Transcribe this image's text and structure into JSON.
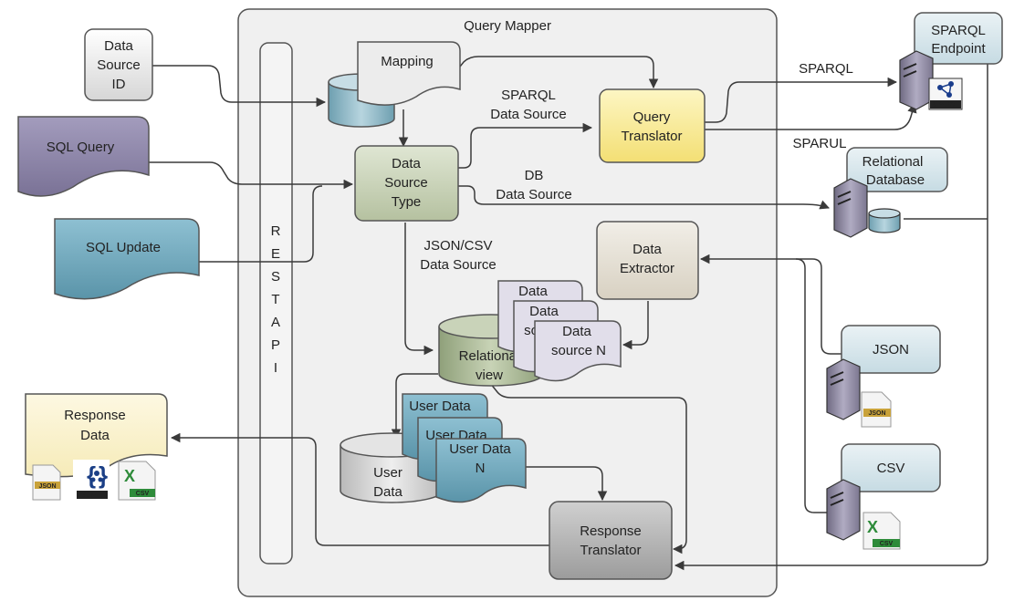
{
  "diagram": {
    "container_title": "Query Mapper",
    "rest_api_letters": [
      "R",
      "E",
      "S",
      "T",
      "A",
      "P",
      "I"
    ],
    "inputs": {
      "data_source_id": [
        "Data",
        "Source",
        "ID"
      ],
      "sql_query": "SQL Query",
      "sql_update": "SQL Update"
    },
    "mapping": "Mapping",
    "data_source_type": [
      "Data",
      "Source",
      "Type"
    ],
    "query_translator": [
      "Query",
      "Translator"
    ],
    "data_extractor": [
      "Data",
      "Extractor"
    ],
    "response_translator": [
      "Response",
      "Translator"
    ],
    "relational_view": [
      "Relational",
      "view"
    ],
    "data_source_docs": [
      "Data",
      "Data",
      "so",
      "Data",
      "source N"
    ],
    "user_data_docs": [
      "User Data",
      "User Data",
      "User Data",
      "N"
    ],
    "user_data_store": [
      "User",
      "Data"
    ],
    "response_data": [
      "Response",
      "Data"
    ],
    "edge_labels": {
      "sparql_ds": [
        "SPARQL",
        "Data Source"
      ],
      "db_ds": [
        "DB",
        "Data Source"
      ],
      "json_csv_ds": [
        "JSON/CSV",
        "Data Source"
      ],
      "sparql": "SPARQL",
      "sparul": "SPARUL"
    },
    "externals": {
      "sparql_endpoint": [
        "SPARQL",
        "Endpoint"
      ],
      "relational_database": [
        "Relational",
        "Database"
      ],
      "json": "JSON",
      "csv": "CSV"
    },
    "file_icons": {
      "json": "JSON",
      "jsonld": "JSON-LD",
      "csv": "CSV",
      "csv_letter": "X",
      "sparql_badge": "SPARQL"
    },
    "colors": {
      "panel": "#f0f0f0",
      "box_grey": "#e9e9e9",
      "purple": "#8a82a6",
      "teal": "#6aa3b8",
      "green": "#c9d3b9",
      "yellow": "#f8ec9c",
      "beige": "#e4dfd4",
      "light_blue": "#d9e8ee",
      "response_yellow": "#fbf3cf"
    }
  }
}
